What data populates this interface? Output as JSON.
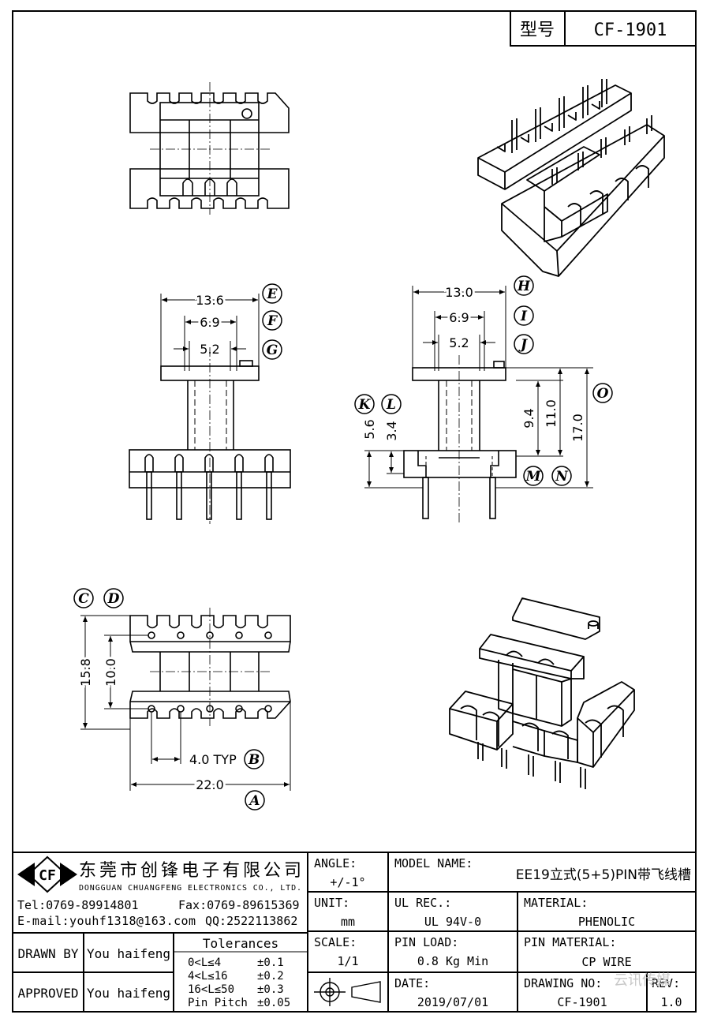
{
  "title_block": {
    "model_label": "型号",
    "model_value": "CF-1901",
    "company_cn": "东莞市创锋电子有限公司",
    "company_en": "DONGGUAN CHUANGFENG ELECTRONICS CO., LTD.",
    "logo_text": "CF",
    "tel": "Tel:0769-89914801",
    "fax": "Fax:0769-89615369",
    "email": "E-mail:youhf1318@163.com",
    "qq": "QQ:2522113862",
    "angle_label": "ANGLE:",
    "angle_value": "+/-1°",
    "unit_label": "UNIT:",
    "unit_value": "mm",
    "scale_label": "SCALE:",
    "scale_value": "1/1",
    "model_name_label": "MODEL NAME:",
    "model_name_value": "EE19立式(5+5)PIN带飞线槽",
    "ul_label": "UL REC.:",
    "ul_value": "UL 94V-0",
    "material_label": "MATERIAL:",
    "material_value": "PHENOLIC",
    "pin_load_label": "PIN LOAD:",
    "pin_load_value": "0.8 Kg Min",
    "pin_material_label": "PIN MATERIAL:",
    "pin_material_value": "CP WIRE",
    "date_label": "DATE:",
    "date_value": "2019/07/01",
    "drawing_no_label": "DRAWING NO:",
    "drawing_no_value": "CF-1901",
    "rev_label": "REV:",
    "rev_value": "1.0",
    "drawn_by_label": "DRAWN BY",
    "drawn_by_value": "You haifeng",
    "approved_label": "APPROVED",
    "approved_value": "You haifeng",
    "tolerances_title": "Tolerances",
    "tolerances": [
      {
        "range": "0<L≤4",
        "tol": "±0.1"
      },
      {
        "range": "4<L≤16",
        "tol": "±0.2"
      },
      {
        "range": "16<L≤50",
        "tol": "±0.3"
      },
      {
        "range": "Pin Pitch",
        "tol": "±0.05"
      }
    ],
    "watermark": "云讯传媒"
  },
  "dimensions": {
    "front_width_13_6": "13.6",
    "front_width_6_9": "6.9",
    "front_width_5_2": "5.2",
    "side_width_13_0": "13.0",
    "side_width_6_9": "6.9",
    "side_width_5_2": "5.2",
    "side_h_9_4": "9.4",
    "side_h_11_0": "11.0",
    "side_h_17_0": "17.0",
    "side_h_5_6": "5.6",
    "side_h_3_4": "3.4",
    "bottom_h_15_8": "15.8",
    "bottom_h_10_0": "10.0",
    "bottom_pitch": "4.0 TYP",
    "bottom_width": "22.0"
  },
  "callouts": {
    "A": "A",
    "B": "B",
    "C": "C",
    "D": "D",
    "E": "E",
    "F": "F",
    "G": "G",
    "H": "H",
    "I": "I",
    "J": "J",
    "K": "K",
    "L": "L",
    "M": "M",
    "N": "N",
    "O": "O"
  }
}
